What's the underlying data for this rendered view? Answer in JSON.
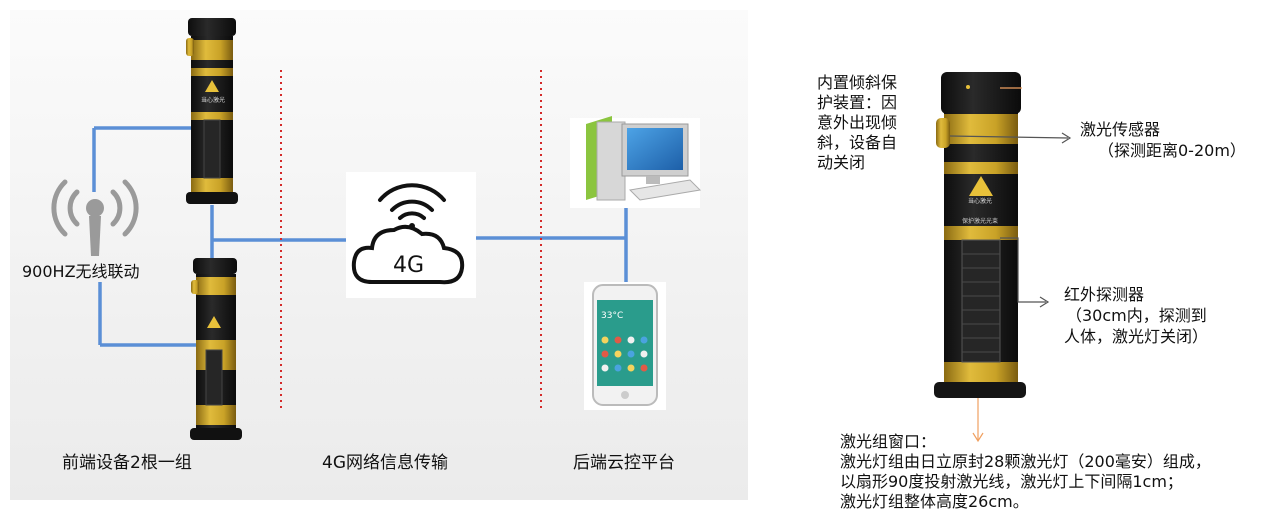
{
  "left_diagram": {
    "wireless_label": "900HZ无线联动",
    "cloud_text": "4G",
    "sections": [
      {
        "label": "前端设备2根一组"
      },
      {
        "label": "4G网络信息传输"
      },
      {
        "label": "后端云控平台"
      }
    ]
  },
  "device_panel_texts": [
    "当心激光",
    "保护激光光束"
  ],
  "phone_time": "33°C",
  "right_diagram": {
    "tilt_note": [
      "内置倾斜保",
      "护装置：因",
      "意外出现倾",
      "斜，设备自",
      "动关闭"
    ],
    "laser_sensor": [
      "激光传感器",
      "（探测距离0-20m）"
    ],
    "ir_detector": [
      "红外探测器",
      "（30cm内，探测到",
      "人体，激光灯关闭）"
    ],
    "laser_window": [
      "激光组窗口：",
      "激光灯组由日立原封28颗激光灯（200毫安）组成，",
      "以扇形90度投射激光线，激光灯上下间隔1cm；",
      "激光灯组整体高度26cm。"
    ]
  },
  "colors": {
    "link_blue": "#5b8fd6",
    "divider_red": "#d42a2a",
    "device_black": "#1b1b1b",
    "device_gold": "#c9a227",
    "arrow_orange": "#f0a060"
  }
}
